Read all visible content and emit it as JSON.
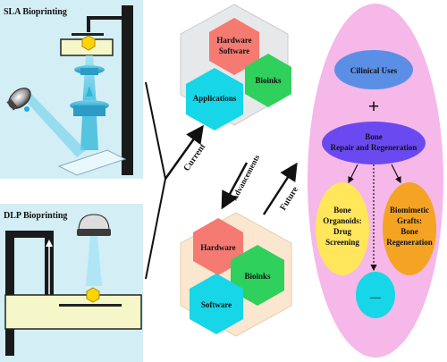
{
  "panels": {
    "sla_title": "SLA Bioprinting",
    "dlp_title": "DLP Bioprinting"
  },
  "arrows": {
    "current": "Current",
    "advancements": "Advancements",
    "future": "Future"
  },
  "current_hex": {
    "hardware": "Hardware",
    "software": "Software",
    "bioinks": "Bioinks",
    "applications": "Applications"
  },
  "future_hex": {
    "hardware": "Hardware",
    "bioinks": "Bioinks",
    "software": "Software"
  },
  "right_panel": {
    "clinical": "Cilinical Uses",
    "plus": "+",
    "bone_line1": "Bone",
    "bone_line2": "Repair and Regeneration",
    "organoids_line1": "Bone",
    "organoids_line2": "Organoids:",
    "organoids_line3": "Drug",
    "organoids_line4": "Screening",
    "grafts_line1": "Biomimetic",
    "grafts_line2": "Grafts:",
    "grafts_line3": "Bone",
    "grafts_line4": "Regeneration",
    "ellipsis": "......"
  },
  "colors": {
    "panel_bg": "#d3eef5",
    "oval_bg": "#f5b8e8",
    "hardware_red": "#f47a72",
    "bioinks_green": "#2fd05c",
    "applications_cyan": "#17d6e8",
    "clinical_blue": "#5b8fe6",
    "bone_purple": "#6a4af0",
    "organoids_yellow": "#ffe65a",
    "grafts_orange": "#f5a323"
  }
}
